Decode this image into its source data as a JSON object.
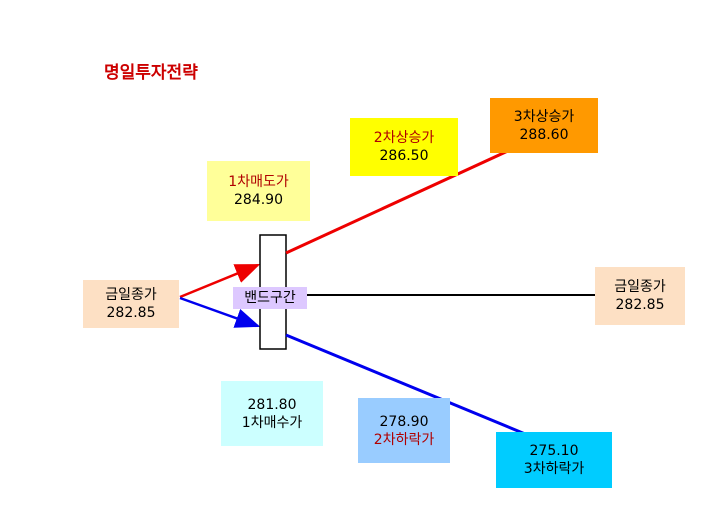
{
  "title": "명일투자전략",
  "boxes": {
    "close_today": {
      "label": "금일종가",
      "value": "282.85"
    },
    "close_today_right": {
      "label": "금일종가",
      "value": "282.85"
    },
    "sell1": {
      "label": "1차매도가",
      "value": "284.90"
    },
    "rise2": {
      "label": "2차상승가",
      "value": "286.50"
    },
    "rise3": {
      "label": "3차상승가",
      "value": "288.60"
    },
    "buy1": {
      "value": "281.80",
      "label": "1차매수가"
    },
    "fall2": {
      "value": "278.90",
      "label": "2차하락가"
    },
    "fall3": {
      "value": "275.10",
      "label": "3차하락가"
    },
    "band": {
      "label": "밴드구간"
    }
  },
  "colors": {
    "title": "#cc0000",
    "up_line": "#ee0000",
    "down_line": "#0000ee",
    "flat_line": "#000000",
    "peach": "#fde0c4",
    "light_yellow": "#ffff99",
    "yellow": "#ffff00",
    "orange": "#ff9900",
    "light_cyan": "#ccffff",
    "light_blue": "#99ccff",
    "cyan": "#00ccff",
    "lavender": "#ddc8ff"
  }
}
